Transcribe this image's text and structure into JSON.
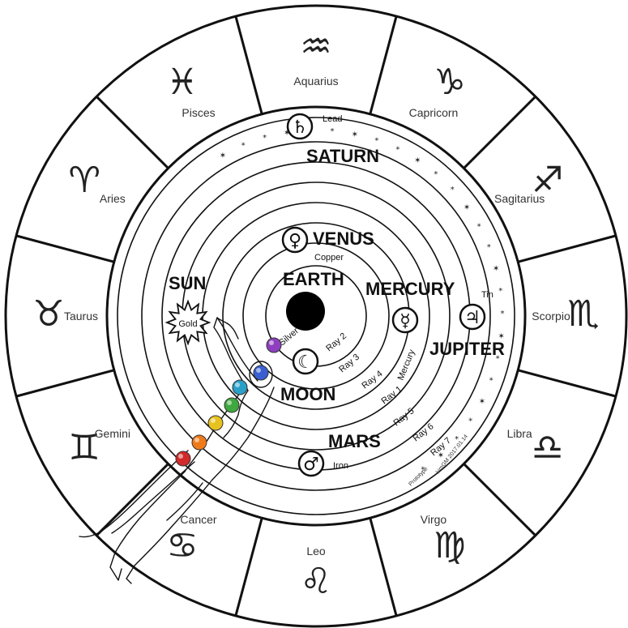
{
  "zodiac": [
    {
      "name": "Aquarius",
      "glyph": "♒"
    },
    {
      "name": "Capricorn",
      "glyph": "♑"
    },
    {
      "name": "Sagitarius",
      "glyph": "♐"
    },
    {
      "name": "Scorpio",
      "glyph": "♏"
    },
    {
      "name": "Libra",
      "glyph": "♎"
    },
    {
      "name": "Virgo",
      "glyph": "♍"
    },
    {
      "name": "Leo",
      "glyph": "♌"
    },
    {
      "name": "Cancer",
      "glyph": "♋"
    },
    {
      "name": "Gemini",
      "glyph": "♊"
    },
    {
      "name": "Taurus",
      "glyph": "♉"
    },
    {
      "name": "Aries",
      "glyph": "♈"
    },
    {
      "name": "Pisces",
      "glyph": "♓"
    }
  ],
  "planets": {
    "saturn": {
      "name": "SATURN",
      "metal": "Lead",
      "glyph": "♄"
    },
    "venus": {
      "name": "VENUS",
      "metal": "Copper",
      "glyph": "♀"
    },
    "earth": {
      "name": "EARTH"
    },
    "sun": {
      "name": "SUN",
      "metal": "Gold"
    },
    "mercury": {
      "name": "MERCURY",
      "glyph": "☿",
      "ray_label": "Mercury"
    },
    "jupiter": {
      "name": "JUPITER",
      "metal": "Tin",
      "glyph": "♃"
    },
    "moon": {
      "name": "MOON",
      "metal": "Silver",
      "glyph": "☾"
    },
    "mars": {
      "name": "MARS",
      "metal": "Iron",
      "glyph": "♂"
    }
  },
  "rays": [
    "Ray 1",
    "Ray 2",
    "Ray 3",
    "Ray 4",
    "Ray 5",
    "Ray 6",
    "Ray 7"
  ],
  "credit": {
    "line1": "Prototype",
    "line2": "kimGM 2017.01.14"
  },
  "chakra_colors": [
    "#8e3fbf",
    "#3a5fd0",
    "#2aa0c8",
    "#3fa83f",
    "#e6c21f",
    "#f07a1a",
    "#d02a2a"
  ],
  "colors": {
    "ink": "#111111",
    "earth": "#000000"
  }
}
